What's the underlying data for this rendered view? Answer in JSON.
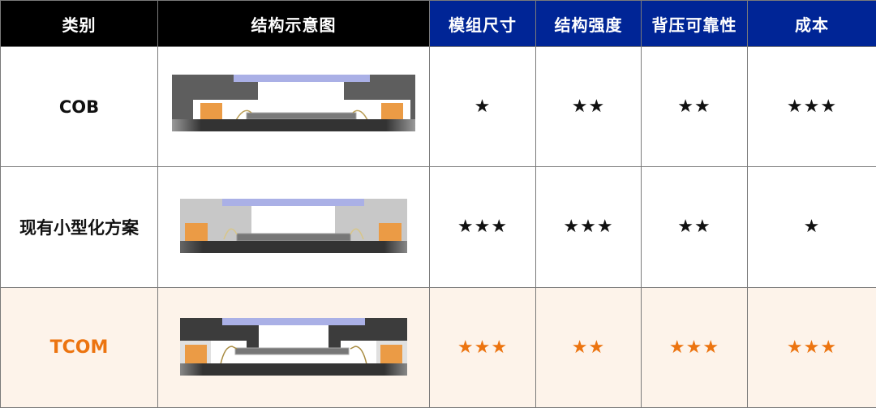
{
  "table": {
    "headers": [
      "类别",
      "结构示意图",
      "模组尺寸",
      "结构强度",
      "背压可靠性",
      "成本"
    ],
    "header_colors": {
      "dark": "#000000",
      "blue": "#002596"
    },
    "rows": [
      {
        "label": "COB",
        "diagram": "cob-structure-diagram",
        "size": "★",
        "strength": "★★",
        "reliability": "★★",
        "cost": "★★★"
      },
      {
        "label": "现有小型化方案",
        "diagram": "existing-miniaturized-structure-diagram",
        "size": "★★★",
        "strength": "★★★",
        "reliability": "★★",
        "cost": "★"
      },
      {
        "label": "TCOM",
        "diagram": "tcom-structure-diagram",
        "size": "★★★",
        "strength": "★★",
        "reliability": "★★★",
        "cost": "★★★",
        "highlight": true
      }
    ],
    "highlight_color": "#ec7410",
    "highlight_bg": "#fdf3ea"
  }
}
